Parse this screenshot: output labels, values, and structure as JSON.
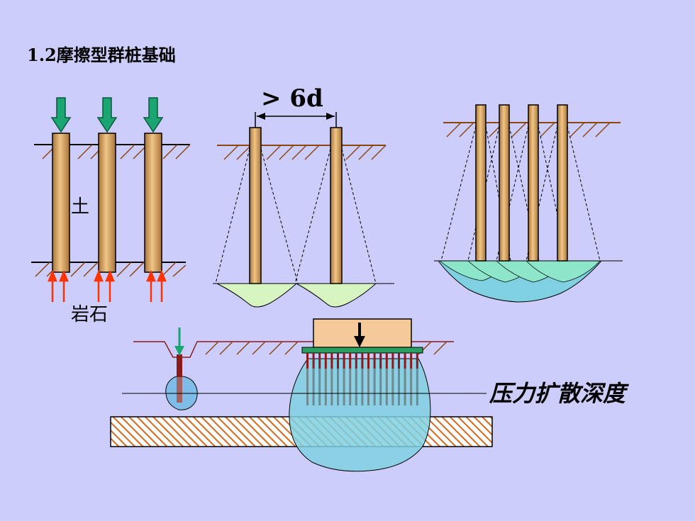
{
  "slide": {
    "title": "1.2摩擦型群桩基础"
  },
  "diagram": {
    "spacing_label": "> 6d",
    "soil_label": "土",
    "rock_label": "岩石",
    "depth_label": "压力扩散深度"
  },
  "colors": {
    "background": "#cccdfb",
    "pile": "#d2a05a",
    "load_arrow": "#1aa572",
    "reaction_arrow": "#ff3300",
    "ground_line": "#8b4513",
    "bulb_light": "#d6f5c0",
    "bulb_blue": "#7fd0e0",
    "cap": "#f5c998",
    "cap_plate": "#2aa060",
    "short_pile": "#8b1a1a",
    "rock_hatch": "#d2691e"
  }
}
